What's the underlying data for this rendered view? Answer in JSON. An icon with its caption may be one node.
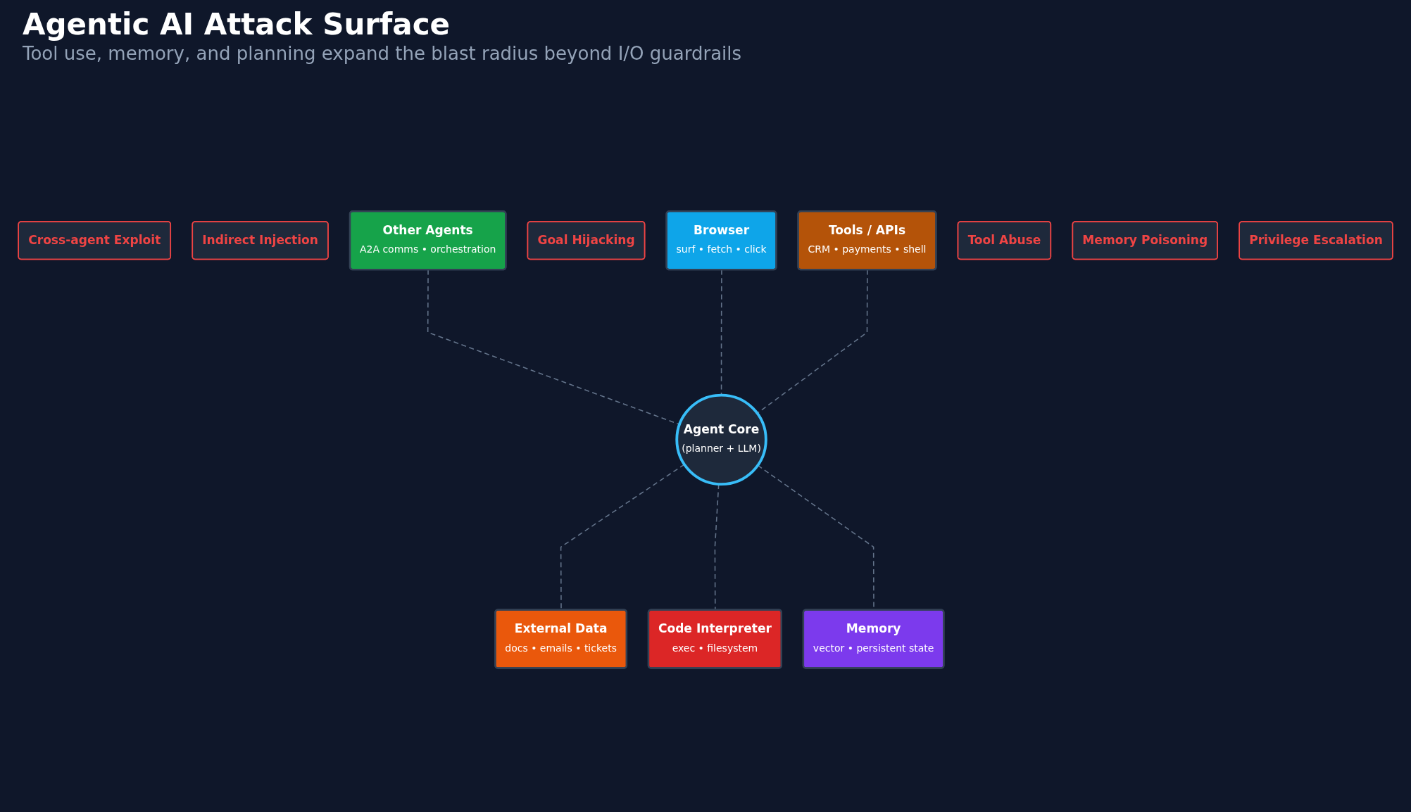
{
  "diagram": {
    "title": "Agentic AI Attack Surface",
    "nodes": [
      {
        "text": [
          "Goal Hijacking"
        ]
      },
      {
        "text": [
          "Browser",
          "surf • fetch • click"
        ]
      },
      {
        "text": [
          "Cross-agent Exploit"
        ]
      },
      {
        "text": [
          "Other Agents",
          "A2A comms • orchestration"
        ]
      },
      {
        "text": [
          "Tools / APIs",
          "CRM • payments • shell"
        ]
      },
      {
        "text": [
          "Indirect Injection"
        ]
      },
      {
        "text": [
          "Agent Core",
          "(planner + LLM)"
        ]
      },
      {
        "text": [
          "Tool Abuse"
        ]
      },
      {
        "text": [
          "External Data",
          "docs • emails • tickets"
        ]
      },
      {
        "text": [
          "Memory",
          "vector • persistent state"
        ]
      },
      {
        "text": [
          "Code Interpreter",
          "exec • filesystem"
        ]
      },
      {
        "text": [
          "Memory Poisoning"
        ]
      },
      {
        "text": [
          "Privilege Escalation"
        ]
      }
    ],
    "edges": [
      {
        "from": 3,
        "to": 6,
        "arrow": "none",
        "style": "dashed"
      },
      {
        "from": 1,
        "to": 6,
        "arrow": "none",
        "style": "dashed"
      },
      {
        "from": 4,
        "to": 6,
        "arrow": "none",
        "style": "dashed"
      },
      {
        "from": 6,
        "to": 8,
        "arrow": "none",
        "style": "dashed"
      },
      {
        "from": 6,
        "to": 10,
        "arrow": "none",
        "style": "dashed"
      },
      {
        "from": 6,
        "to": 9,
        "arrow": "none",
        "style": "dashed"
      }
    ],
    "labels": [
      "Tool use, memory, and planning expand the blast radius beyond I/O guardrails"
    ]
  }
}
